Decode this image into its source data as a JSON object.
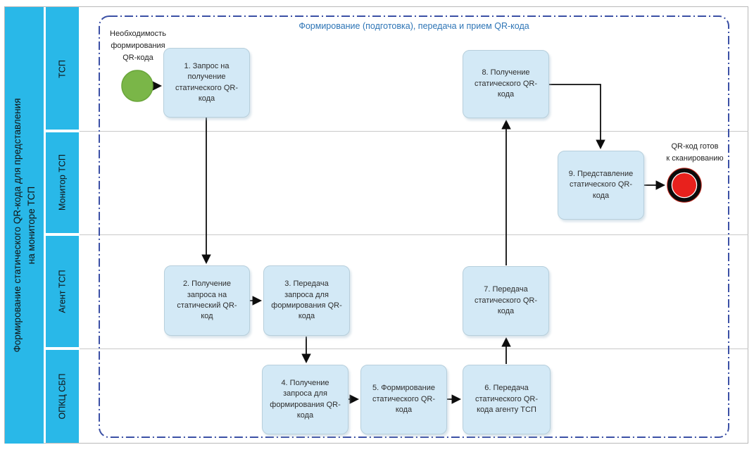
{
  "pool": {
    "title": "Формирование статического QR-кода для представления на мониторе ТСП",
    "title_lines": {
      "line1": "Формирование статического QR-кода для представления",
      "line2": "на мониторе ТСП"
    }
  },
  "lanes": [
    {
      "label": "ТСП"
    },
    {
      "label": "Монитор ТСП"
    },
    {
      "label": "Агент ТСП"
    },
    {
      "label": "ОПКЦ СБП"
    }
  ],
  "group": {
    "title": "Формирование (подготовка), передача и прием QR-кода"
  },
  "events": {
    "start": {
      "label": "Необходимость формирования QR-кода",
      "lines": {
        "line1": "Необходимость",
        "line2": "формирования",
        "line3": "QR-кода"
      },
      "color": "#7ab648",
      "icon": "start-event-circle"
    },
    "end": {
      "label": "QR-код готов к сканированию",
      "lines": {
        "line1": "QR-код готов",
        "line2": "к сканированию"
      },
      "color": "#e8211d",
      "icon": "end-event-circle"
    }
  },
  "tasks": [
    {
      "id": 1,
      "lane": "ТСП",
      "label": "1. Запрос на получение статического QR-кода"
    },
    {
      "id": 2,
      "lane": "Агент ТСП",
      "label": "2. Получение запроса на статический QR-код"
    },
    {
      "id": 3,
      "lane": "Агент ТСП",
      "label": "3. Передача запроса для формирования QR-кода"
    },
    {
      "id": 4,
      "lane": "ОПКЦ СБП",
      "label": "4. Получение запроса для формирования QR-кода"
    },
    {
      "id": 5,
      "lane": "ОПКЦ СБП",
      "label": "5. Формирование статического QR-кода"
    },
    {
      "id": 6,
      "lane": "ОПКЦ СБП",
      "label": "6. Передача статического QR-кода агенту ТСП"
    },
    {
      "id": 7,
      "lane": "Агент ТСП",
      "label": "7. Передача статического QR-кода"
    },
    {
      "id": 8,
      "lane": "ТСП",
      "label": "8. Получение статического QR-кода"
    },
    {
      "id": 9,
      "lane": "Монитор ТСП",
      "label": "9. Представление статического QR-кода"
    }
  ],
  "colors": {
    "lane_fill": "#29b8e8",
    "task_fill": "#d3e9f6",
    "task_border": "#b7cfdc",
    "group_border": "#3b50a5",
    "group_title": "#2e75b6",
    "start_event": "#7ab648",
    "end_event": "#e8211d",
    "flow_line": "#0d0d0d"
  }
}
